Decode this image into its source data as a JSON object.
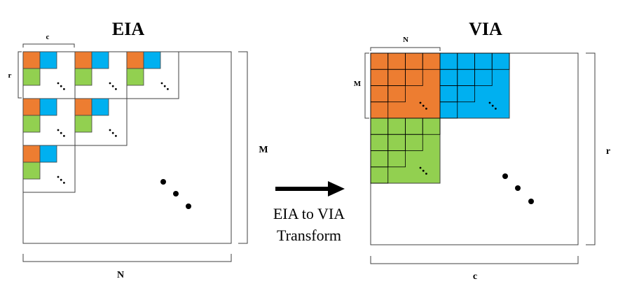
{
  "colors": {
    "orange": "#ED7D31",
    "blue": "#00B0F0",
    "green": "#92D050",
    "line": "#000000",
    "frame": "#404040"
  },
  "eia": {
    "title": "EIA",
    "label_c": "c",
    "label_r": "r",
    "label_M": "M",
    "label_N": "N"
  },
  "via": {
    "title": "VIA",
    "label_N": "N",
    "label_M": "M",
    "label_r": "r",
    "label_c": "c"
  },
  "arrow": {
    "line1": "EIA to VIA",
    "line2": "Transform"
  }
}
